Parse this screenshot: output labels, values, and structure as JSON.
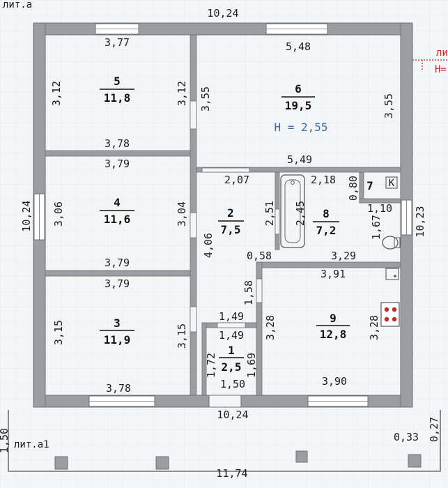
{
  "labels": {
    "lit_a": "лит.а",
    "lit_a1": "лит.а1",
    "lit_right": "ли",
    "h_right": "Н=",
    "height_note": "H = 2,55",
    "kitchen_mark": "К"
  },
  "rooms": [
    {
      "number": "5",
      "area": "11,8"
    },
    {
      "number": "6",
      "area": "19,5"
    },
    {
      "number": "4",
      "area": "11,6"
    },
    {
      "number": "2",
      "area": "7,5"
    },
    {
      "number": "7",
      "area": ""
    },
    {
      "number": "8",
      "area": "7,2"
    },
    {
      "number": "3",
      "area": "11,9"
    },
    {
      "number": "1",
      "area": "2,5"
    },
    {
      "number": "9",
      "area": "12,8"
    }
  ],
  "dims": {
    "top_overall": "10,24",
    "bottom_overall": "10,24",
    "annex_width": "11,74",
    "left_overall": "10,24",
    "right_overall": "10,23",
    "annex_depth": "1,50",
    "annex_small_a": "0,33",
    "annex_small_b": "0,27",
    "r5_top": "3,77",
    "r5_left": "3,12",
    "r5_right": "3,12",
    "r5_bottom": "3,78",
    "r6_top": "5,48",
    "r6_left": "3,55",
    "r6_right": "3,55",
    "r6_bottom": "5,49",
    "r4_top": "3,79",
    "r4_left": "3,06",
    "r4_right": "3,04",
    "r4_bottom": "3,79",
    "r2_top": "2,07",
    "r2_left": "4,06",
    "r2_right": "2,51",
    "r2_bottom": "0,58",
    "r8_top": "2,18",
    "r8_left": "2,45",
    "r8_right": "1,67",
    "r8_bottom": "3,29",
    "r7_width": "1,10",
    "r7_height": "0,80",
    "r3_top": "3,79",
    "r3_left": "3,15",
    "r3_right": "3,15",
    "r3_bottom": "3,78",
    "r1_top": "1,49",
    "r1_top2": "1,49",
    "r1_left": "1,72",
    "r1_right": "1,69",
    "r1_bottom": "1,50",
    "r9_top": "3,91",
    "r9_left": "3,28",
    "r9_right": "3,28",
    "r9_bottom": "3,90",
    "corridor_seg": "1,58"
  },
  "colors": {
    "paper": "#f4f5f7",
    "wall": "#9a9ea3",
    "ink": "#1d1d1f",
    "accent": "#2f6db5",
    "red": "#c62828"
  }
}
